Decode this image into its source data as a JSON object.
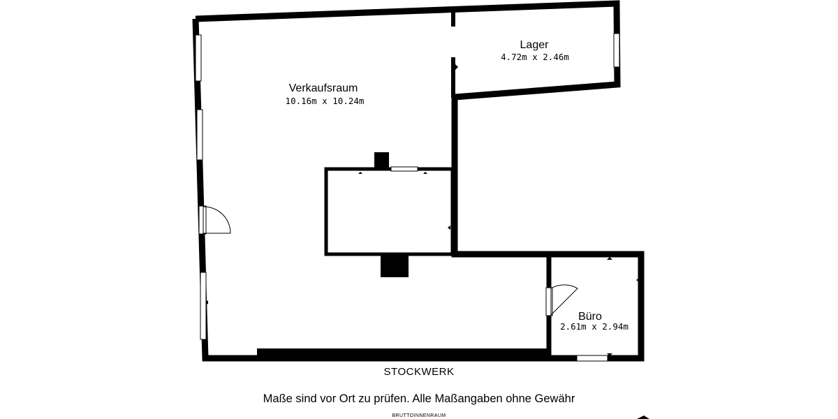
{
  "plan": {
    "rooms": [
      {
        "id": "verkaufsraum",
        "name": "Verkaufsraum",
        "dimensions": "10.16m x 10.24m"
      },
      {
        "id": "lager",
        "name": "Lager",
        "dimensions": "4.72m x 2.46m"
      },
      {
        "id": "buero",
        "name": "Büro",
        "dimensions": "2.61m x 2.94m"
      }
    ],
    "floor_label": "STOCKWERK",
    "disclaimer": "Maße sind vor Ort zu prüfen. Alle Maßangaben ohne Gewähr",
    "area_label": "BRUTTOINNENRAUM"
  },
  "colors": {
    "wall": "#000000",
    "background": "#ffffff",
    "window": "#ffffff"
  }
}
